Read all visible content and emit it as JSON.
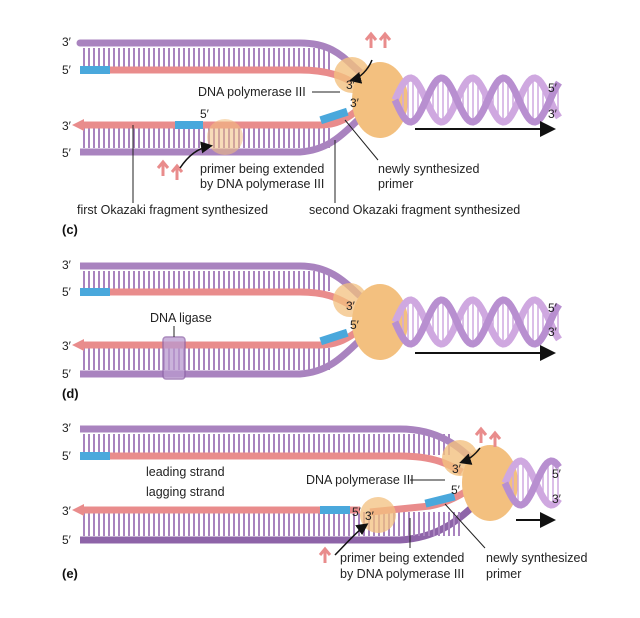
{
  "colors": {
    "template": "#a983bf",
    "template_dark": "#8e64a8",
    "new_dna": "#e98c8c",
    "primer": "#4aa8dc",
    "polymerase": "#f3c07f",
    "ligase": "#b99ad0",
    "helix_a": "#b88fd0",
    "helix_b": "#cfa8e0"
  },
  "panels": [
    {
      "letter": "(c)",
      "labels": {
        "dna_pol_top": "DNA polymerase III",
        "primer_extended_1": "primer being extended",
        "primer_extended_2": "by DNA polymerase III",
        "newly_primer_1": "newly synthesized",
        "newly_primer_2": "primer",
        "first_okazaki": "first Okazaki fragment synthesized",
        "second_okazaki": "second Okazaki fragment synthesized"
      },
      "ends": {
        "t1": "3′",
        "t2": "5′",
        "b1": "3′",
        "b2": "5′",
        "r1": "5′",
        "r2": "3′",
        "fork3": "3′",
        "lag5": "5′",
        "lag3": "3′"
      }
    },
    {
      "letter": "(d)",
      "labels": {
        "ligase": "DNA ligase"
      },
      "ends": {
        "t1": "3′",
        "t2": "5′",
        "b1": "3′",
        "b2": "5′",
        "r1": "5′",
        "r2": "3′",
        "fork3": "3′",
        "lag5": "5′"
      }
    },
    {
      "letter": "(e)",
      "labels": {
        "leading": "leading strand",
        "lagging": "lagging strand",
        "dna_pol": "DNA polymerase III",
        "primer_extended_1": "primer being extended",
        "primer_extended_2": "by DNA polymerase III",
        "newly_primer_1": "newly synthesized",
        "newly_primer_2": "primer"
      },
      "ends": {
        "t1": "3′",
        "t2": "5′",
        "b1": "3′",
        "b2": "5′",
        "r1": "5′",
        "r2": "3′",
        "fork3": "3′",
        "lag5a": "5′",
        "lag3": "3′",
        "lag5b": "5′"
      }
    }
  ]
}
